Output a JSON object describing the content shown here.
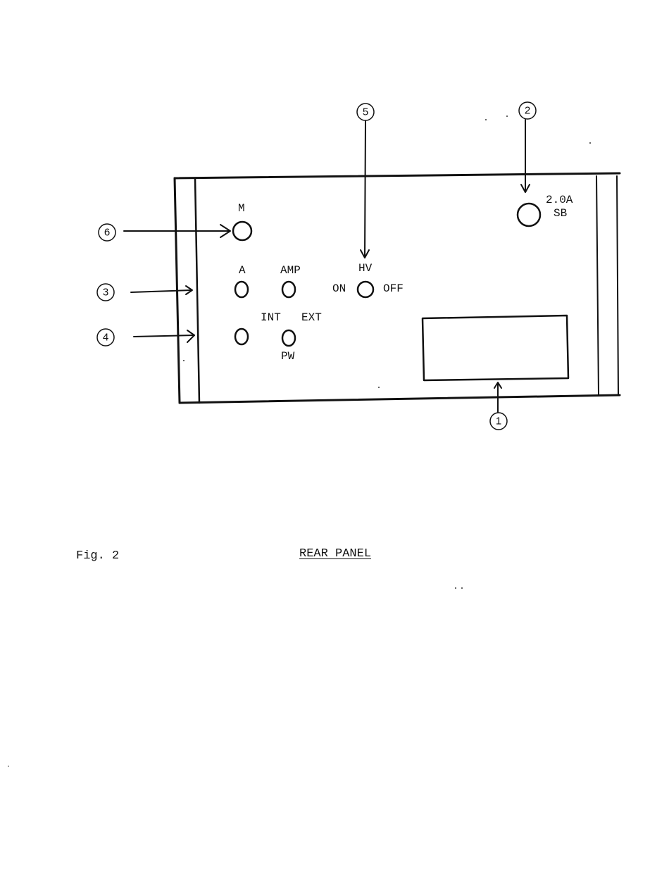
{
  "figure": {
    "number_label": "Fig. 2",
    "title": "REAR PANEL"
  },
  "panel": {
    "fuse_rating": "2.0A",
    "fuse_type": "SB",
    "labels": {
      "m": "M",
      "a": "A",
      "amp": "AMP",
      "hv": "HV",
      "on": "ON",
      "off": "OFF",
      "int": "INT",
      "ext": "EXT",
      "pw": "PW"
    }
  },
  "callouts": {
    "c1": "1",
    "c2": "2",
    "c3": "3",
    "c4": "4",
    "c5": "5",
    "c6": "6"
  }
}
